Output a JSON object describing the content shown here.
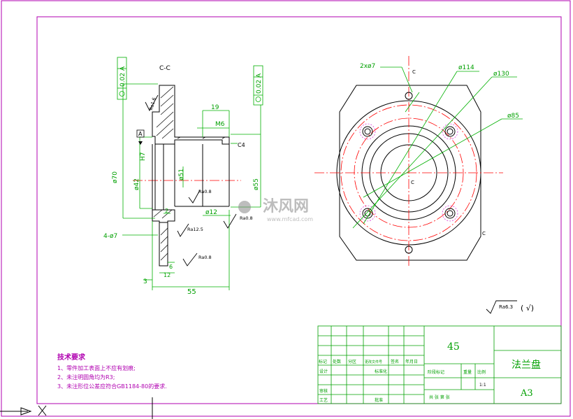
{
  "title_block": {
    "material": "45",
    "part_name": "法兰盘",
    "sheet_size": "A3",
    "scale": "1:1",
    "headers": [
      "标记",
      "处数",
      "分区",
      "更改文件号",
      "签名",
      "年月日"
    ],
    "design": "设计",
    "standardization": "标准化",
    "stage_mark": "阶段标记",
    "weight": "重量",
    "ratio": "比例",
    "check": "审核",
    "process": "工艺",
    "approve": "批准",
    "sheets": "共  张  第  张"
  },
  "tech_requirements": {
    "title": "技术要求",
    "items": [
      "1、零件加工表面上不应有划痕;",
      "2、未注明圆角均为R3;",
      "3、未注形位公差应符合GB1184-80的要求."
    ]
  },
  "section_view": {
    "view_label": "C-C",
    "datum": "A",
    "tol_left": "0.02 A",
    "tol_right": "0.02 A",
    "dims": {
      "d19": "19",
      "m6": "M6",
      "c4": "C4",
      "phi70": "ø70",
      "phi42": "ø42",
      "phi55": "ø55",
      "phi51": "ø51",
      "phi12": "ø12",
      "h7": "H7",
      "four_phi7": "4-ø7",
      "d3": "3",
      "d12": "12",
      "d6": "6",
      "d55": "55",
      "d2": "2"
    },
    "roughness": [
      "Ra1.6",
      "Ra0.8",
      "Ra0.8",
      "Ra12.5",
      "Ra0.8"
    ]
  },
  "front_view": {
    "two_phi7": "2xø7",
    "phi114": "ø114",
    "phi130": "ø130",
    "phi85": "ø85",
    "c_label": "C"
  },
  "general_roughness": "Ra6.3",
  "watermark": {
    "brand": "沐风网",
    "url": "www.mfcad.com"
  }
}
